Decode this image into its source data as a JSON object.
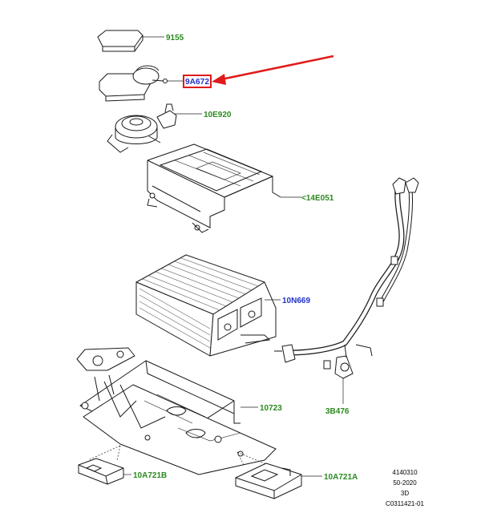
{
  "colors": {
    "green_label": "#2a8a1e",
    "blue_label": "#2231c8",
    "highlight": "#e01a1a",
    "line": "#1a1a1a"
  },
  "parts": {
    "p9155": "9155",
    "p9a672": "9A672",
    "p10e920": "10E920",
    "p14e051": "<14E051",
    "p10n669": "10N669",
    "p10723": "10723",
    "p3b476": "3B476",
    "p10a721b": "10A721B",
    "p10a721a": "10A721A"
  },
  "meta": {
    "code1": "4140310",
    "code2": "50-2020",
    "view": "3D",
    "ref": "C0311421-01"
  }
}
